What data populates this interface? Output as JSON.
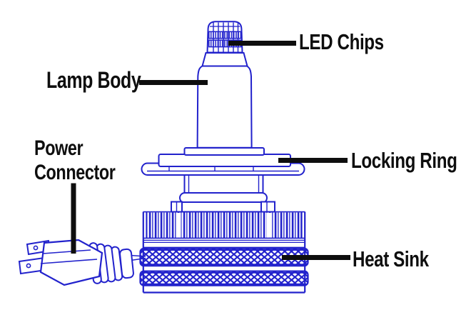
{
  "diagram": {
    "labels": {
      "led_chips": "LED Chips",
      "lamp_body": "Lamp Body",
      "power_connector_line1": "Power",
      "power_connector_line2": "Connector",
      "locking_ring": "Locking Ring",
      "heat_sink": "Heat Sink"
    }
  },
  "colors": {
    "diagram_blue": "#2222cc",
    "label_black": "#0e0e0e",
    "background": "#ffffff"
  }
}
